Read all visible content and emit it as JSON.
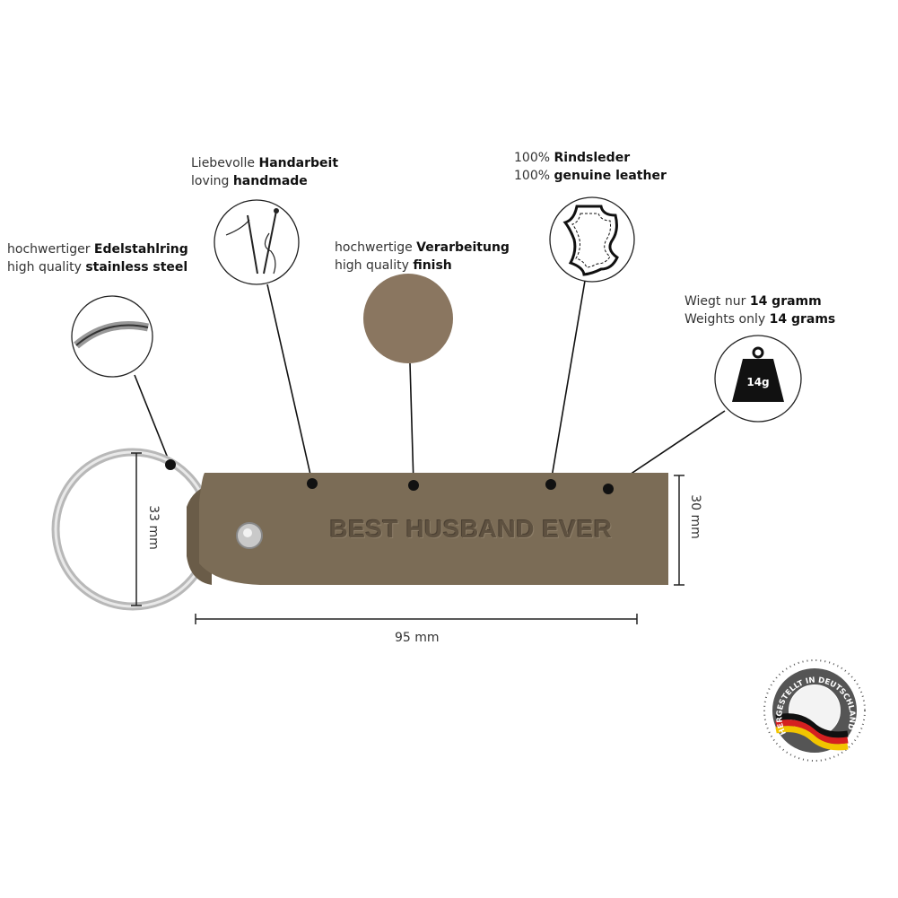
{
  "features": {
    "ring": {
      "de_prefix": "hochwertiger ",
      "de_bold": "Edelstahlring",
      "en_prefix": "high quality ",
      "en_bold": "stainless steel"
    },
    "handmade": {
      "de_prefix": "Liebevolle ",
      "de_bold": "Handarbeit",
      "en_prefix": "loving ",
      "en_bold": "handmade"
    },
    "finish": {
      "de_prefix": "hochwertige ",
      "de_bold": "Verarbeitung",
      "en_prefix": "high quality ",
      "en_bold": "finish"
    },
    "leather": {
      "de_prefix": "100% ",
      "de_bold": "Rindsleder",
      "en_prefix": "100% ",
      "en_bold": "genuine leather"
    },
    "weight": {
      "de_prefix": "Wiegt nur ",
      "de_bold": "14 gramm",
      "en_prefix": "Weights only ",
      "en_bold": "14 grams",
      "icon_text": "14g"
    }
  },
  "product": {
    "embossed_text": "BEST HUSBAND EVER",
    "leather_color": "#7b6c56"
  },
  "dimensions": {
    "ring_diameter": "33 mm",
    "height": "30 mm",
    "length": "95 mm"
  },
  "badge": {
    "text": "HERGESTELLT IN DEUTSCHLAND"
  }
}
